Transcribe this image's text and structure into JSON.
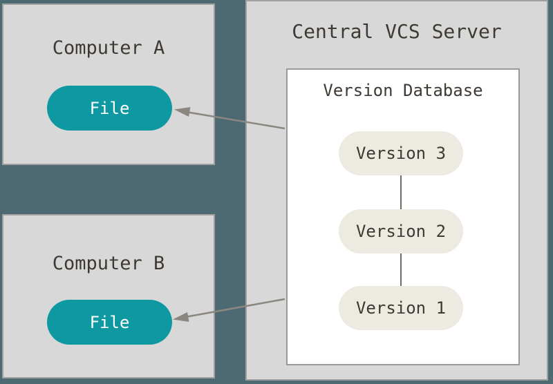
{
  "colors": {
    "background": "#4D6A72",
    "box_fill": "#D8D8D8",
    "box_border": "#A0A0A0",
    "white_box_fill": "#FFFFFF",
    "white_box_border": "#999999",
    "file_pill_fill": "#0E98A1",
    "file_pill_text": "#FFFFFF",
    "version_pill_fill": "#ECEAE1",
    "label_text": "#3E3933",
    "arrow": "#8B8680",
    "connector": "#6E6A64"
  },
  "computer_a": {
    "title": "Computer A",
    "file_label": "File"
  },
  "computer_b": {
    "title": "Computer B",
    "file_label": "File"
  },
  "server": {
    "title": "Central VCS Server",
    "database": {
      "title": "Version Database",
      "versions": [
        "Version 3",
        "Version 2",
        "Version 1"
      ]
    }
  }
}
